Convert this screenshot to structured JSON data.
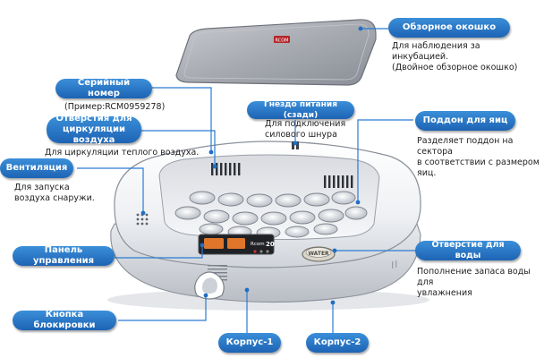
{
  "labels": {
    "window": {
      "title": "Обзорное окошко",
      "desc": "Для наблюдения за\nинкубацией.\n(Двойное обзорное окошко)"
    },
    "serial": {
      "title": "Серийный номер",
      "desc": "(Пример:RCM0959278)"
    },
    "vents": {
      "title": "Отверстия для\nциркуляции воздуха",
      "desc": "Для циркуляции теплого воздуха."
    },
    "power": {
      "title": "Гнездо питания (сзади)",
      "desc": "Для подключения\nсилового шнура"
    },
    "tray": {
      "title": "Поддон для яиц",
      "desc": "Разделяет поддон на сектора\nв соответствии с размером\nяиц."
    },
    "fan": {
      "title": "Вентиляция",
      "desc": "Для запуска\nвоздуха снаружи."
    },
    "panel": {
      "title": "Панель управления"
    },
    "water": {
      "title": "Отверстие для воды",
      "desc": "Пополнение запаса воды для\nувлажнения"
    },
    "lock": {
      "title": "Кнопка блокировки"
    },
    "body1": {
      "title": "Корпус-1"
    },
    "body2": {
      "title": "Корпус-2"
    }
  },
  "product": {
    "lid_badge": "RCOM",
    "water_cap_text": "WATER",
    "panel_brand": "Rcom",
    "panel_model": "20"
  },
  "colors": {
    "callout_blue": "#1f6fc4",
    "leader_blue": "#2a7bd4"
  }
}
